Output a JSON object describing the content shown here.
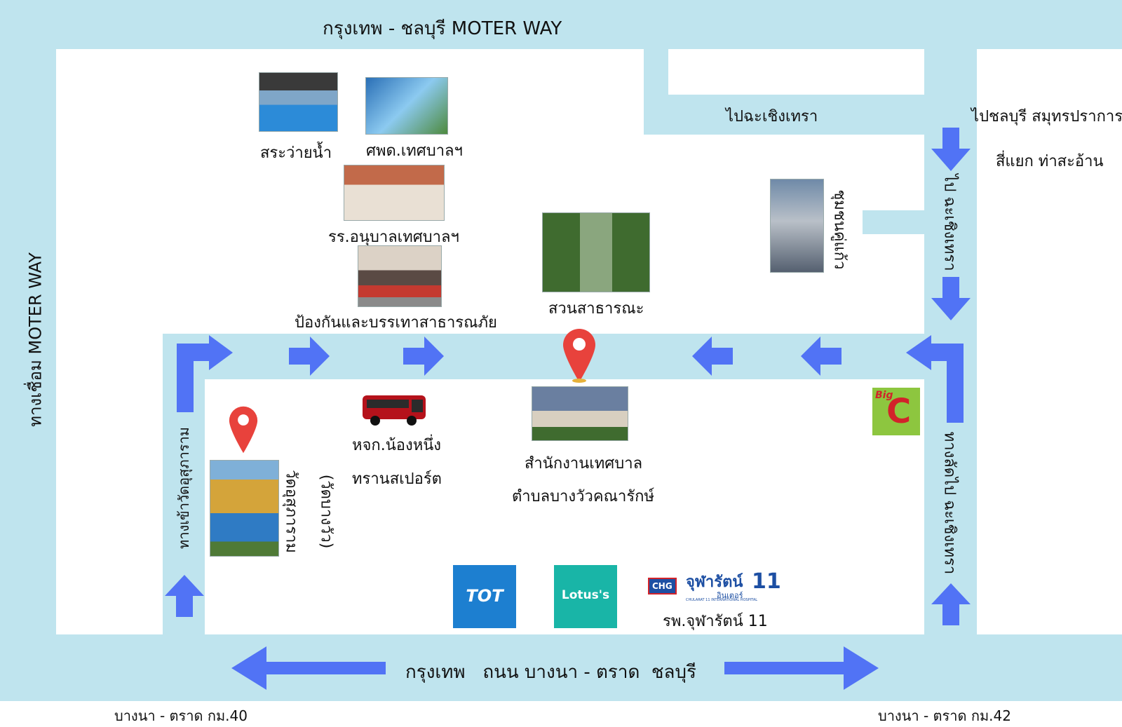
{
  "roads": {
    "motorway_top": "กรุงเทพ - ชลบุรี MOTER WAY",
    "motorway_link": "ทางเชื่อม MOTER WAY",
    "main_road": "กรุงเทพ   ถนน บางนา - ตราด  ชลบุรี",
    "km40": "บางนา - ตราด กม.40",
    "km42": "บางนา - ตราด กม.42",
    "to_chachoengsao": "ไปฉะเชิงเทรา",
    "to_chonburi": "ไปชลบุรี สมุทรปราการ",
    "intersection": "สี่แยก ท่าสะอ้าน",
    "right_road_upper": "ไป ฉะเชิงเทรา",
    "right_road_lower": "ทางลัดไป ฉะเชิงเทรา",
    "temple_entrance": "ทางเข้าวัดอุสุภาราม"
  },
  "places": {
    "pool": "สระว่ายน้ำ",
    "child_center": "ศพด.เทศบาลฯ",
    "kindergarten": "รร.อนุบาลเทศบาลฯ",
    "fire_station": "ป้องกันและบรรเทาสาธารณภัย",
    "park": "สวนสาธารณะ",
    "community": "ชุมชนคู่แก้ว",
    "bus_company_1": "หจก.น้องหนึ่ง",
    "bus_company_2": "ทรานสเปอร์ต",
    "office_1": "สำนักงานเทศบาล",
    "office_2": "ตำบลบางวัวคณารักษ์",
    "temple": "วัดอุสุภาราม",
    "temple_alt": "(วัดบางวัว)",
    "hospital": "รพ.จุฬารัตน์ 11"
  },
  "logos": {
    "tot": "TOT",
    "lotus": "Lotus's",
    "bigc_top": "Big",
    "bigc_letter": "C",
    "chg_badge": "CHG",
    "chg_name": "จุฬารัตน์",
    "chg_num": "11",
    "chg_sub": "อินเตอร์",
    "chg_en": "CHULARAT 11 INTERNATIONAL HOSPITAL"
  },
  "colors": {
    "road": "#bfe4ee",
    "arrow": "#5173f5",
    "pin": "#e8423c",
    "tot": "#1d7fd0",
    "lotus": "#19b5a7",
    "bigc": "#8dc63f"
  },
  "icons": [
    "arrow-icon",
    "location-pin-icon",
    "bus-icon",
    "photo-thumbnail"
  ]
}
